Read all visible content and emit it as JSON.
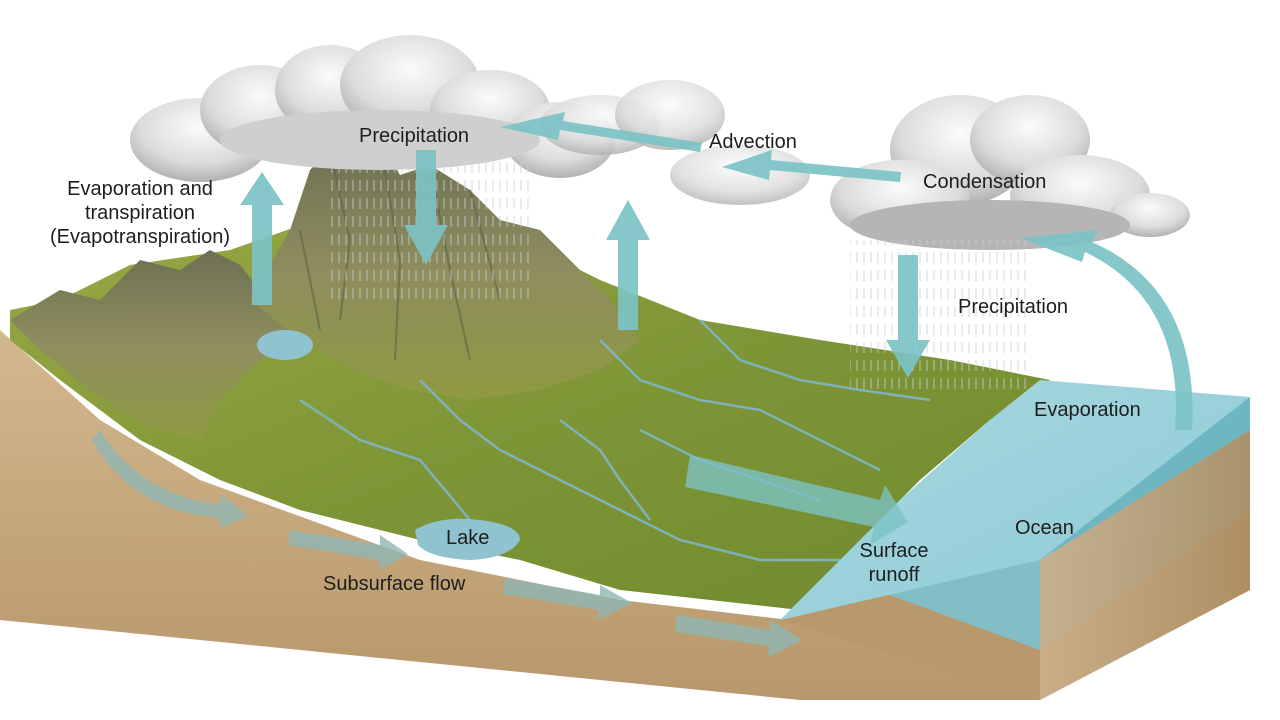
{
  "diagram": {
    "labels": {
      "precipitation_left": "Precipitation",
      "advection": "Advection",
      "condensation": "Condensation",
      "evapotranspiration_line1": "Evaporation and",
      "evapotranspiration_line2": "transpiration",
      "evapotranspiration_line3": "(Evapotranspiration)",
      "precipitation_right": "Precipitation",
      "evaporation": "Evaporation",
      "ocean": "Ocean",
      "lake": "Lake",
      "surface_runoff_line1": "Surface",
      "surface_runoff_line2": "runoff",
      "subsurface_flow": "Subsurface flow"
    },
    "colors": {
      "arrow": "#7cc3c6",
      "ocean_top": "#9fd3dc",
      "ocean_side": "#7fc0cc",
      "soil": "#c9ab82",
      "terrain": "#8a9a3a",
      "mountain": "#8c8a5c",
      "cloud": "#e4e4e4"
    }
  }
}
